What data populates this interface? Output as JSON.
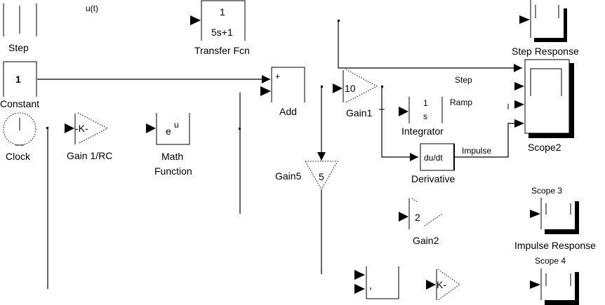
{
  "diagram": {
    "blocks": {
      "step": {
        "label": "Step"
      },
      "u_t": {
        "label": "u(t)"
      },
      "constant": {
        "label": "Constant",
        "value": "1"
      },
      "clock": {
        "label": "Clock"
      },
      "gain_rc": {
        "label": "Gain 1/RC",
        "value": "-K-"
      },
      "transfer_fcn": {
        "label": "Transfer Fcn",
        "numerator": "1",
        "denominator": "5s+1"
      },
      "math_function": {
        "label_line1": "Math",
        "label_line2": "Function",
        "base": "e",
        "exponent": "u"
      },
      "add": {
        "label": "Add",
        "sign": "+"
      },
      "gain1": {
        "label": "Gain1",
        "value": "10"
      },
      "gain5": {
        "label": "Gain5",
        "value": "5"
      },
      "integrator": {
        "label": "Integrator",
        "numerator": "1",
        "denominator": "s"
      },
      "derivative": {
        "label": "Derivative",
        "value": "du/dt"
      },
      "gain2": {
        "label": "Gain2",
        "value": "2"
      },
      "gain_k": {
        "value": "K-"
      },
      "step_response": {
        "label": "Step Response"
      },
      "scope2": {
        "label": "Scope2"
      },
      "scope3": {
        "label": "Scope  3"
      },
      "impulse_response": {
        "label": "Impulse Response"
      },
      "scope4": {
        "label": "Scope  4"
      }
    },
    "signals": {
      "step": "Step",
      "ramp": "Ramp",
      "impulse": "Impulse"
    }
  }
}
